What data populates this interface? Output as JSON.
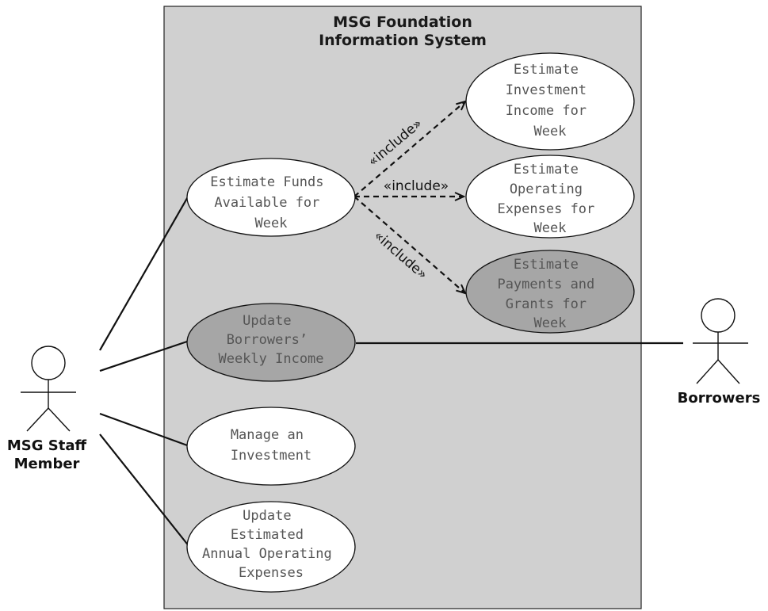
{
  "system": {
    "title_line1": "MSG Foundation",
    "title_line2": "Information System",
    "fill": "#d0d0d0"
  },
  "actors": {
    "staff": {
      "line1": "MSG Staff",
      "line2": "Member"
    },
    "borrowers": {
      "label": "Borrowers"
    }
  },
  "use_cases": {
    "estimate_funds": [
      "Estimate Funds",
      "Available for",
      "Week"
    ],
    "estimate_investment_income": [
      "Estimate",
      "Investment",
      "Income for",
      "Week"
    ],
    "estimate_operating_expenses": [
      "Estimate",
      "Operating",
      "Expenses for",
      "Week"
    ],
    "estimate_payments_grants": [
      "Estimate",
      "Payments and",
      "Grants for",
      "Week"
    ],
    "update_borrowers_income": [
      "Update",
      "Borrowers’",
      "Weekly Income"
    ],
    "manage_investment": [
      "Manage an",
      "Investment"
    ],
    "update_annual_expenses": [
      "Update",
      "Estimated",
      "Annual Operating",
      "Expenses"
    ]
  },
  "relationships": {
    "include_1": "«include»",
    "include_2": "«include»",
    "include_3": "«include»"
  },
  "colors": {
    "highlight_use_case": "#a6a6a6",
    "plain_use_case": "#ffffff",
    "system_box": "#d0d0d0"
  }
}
